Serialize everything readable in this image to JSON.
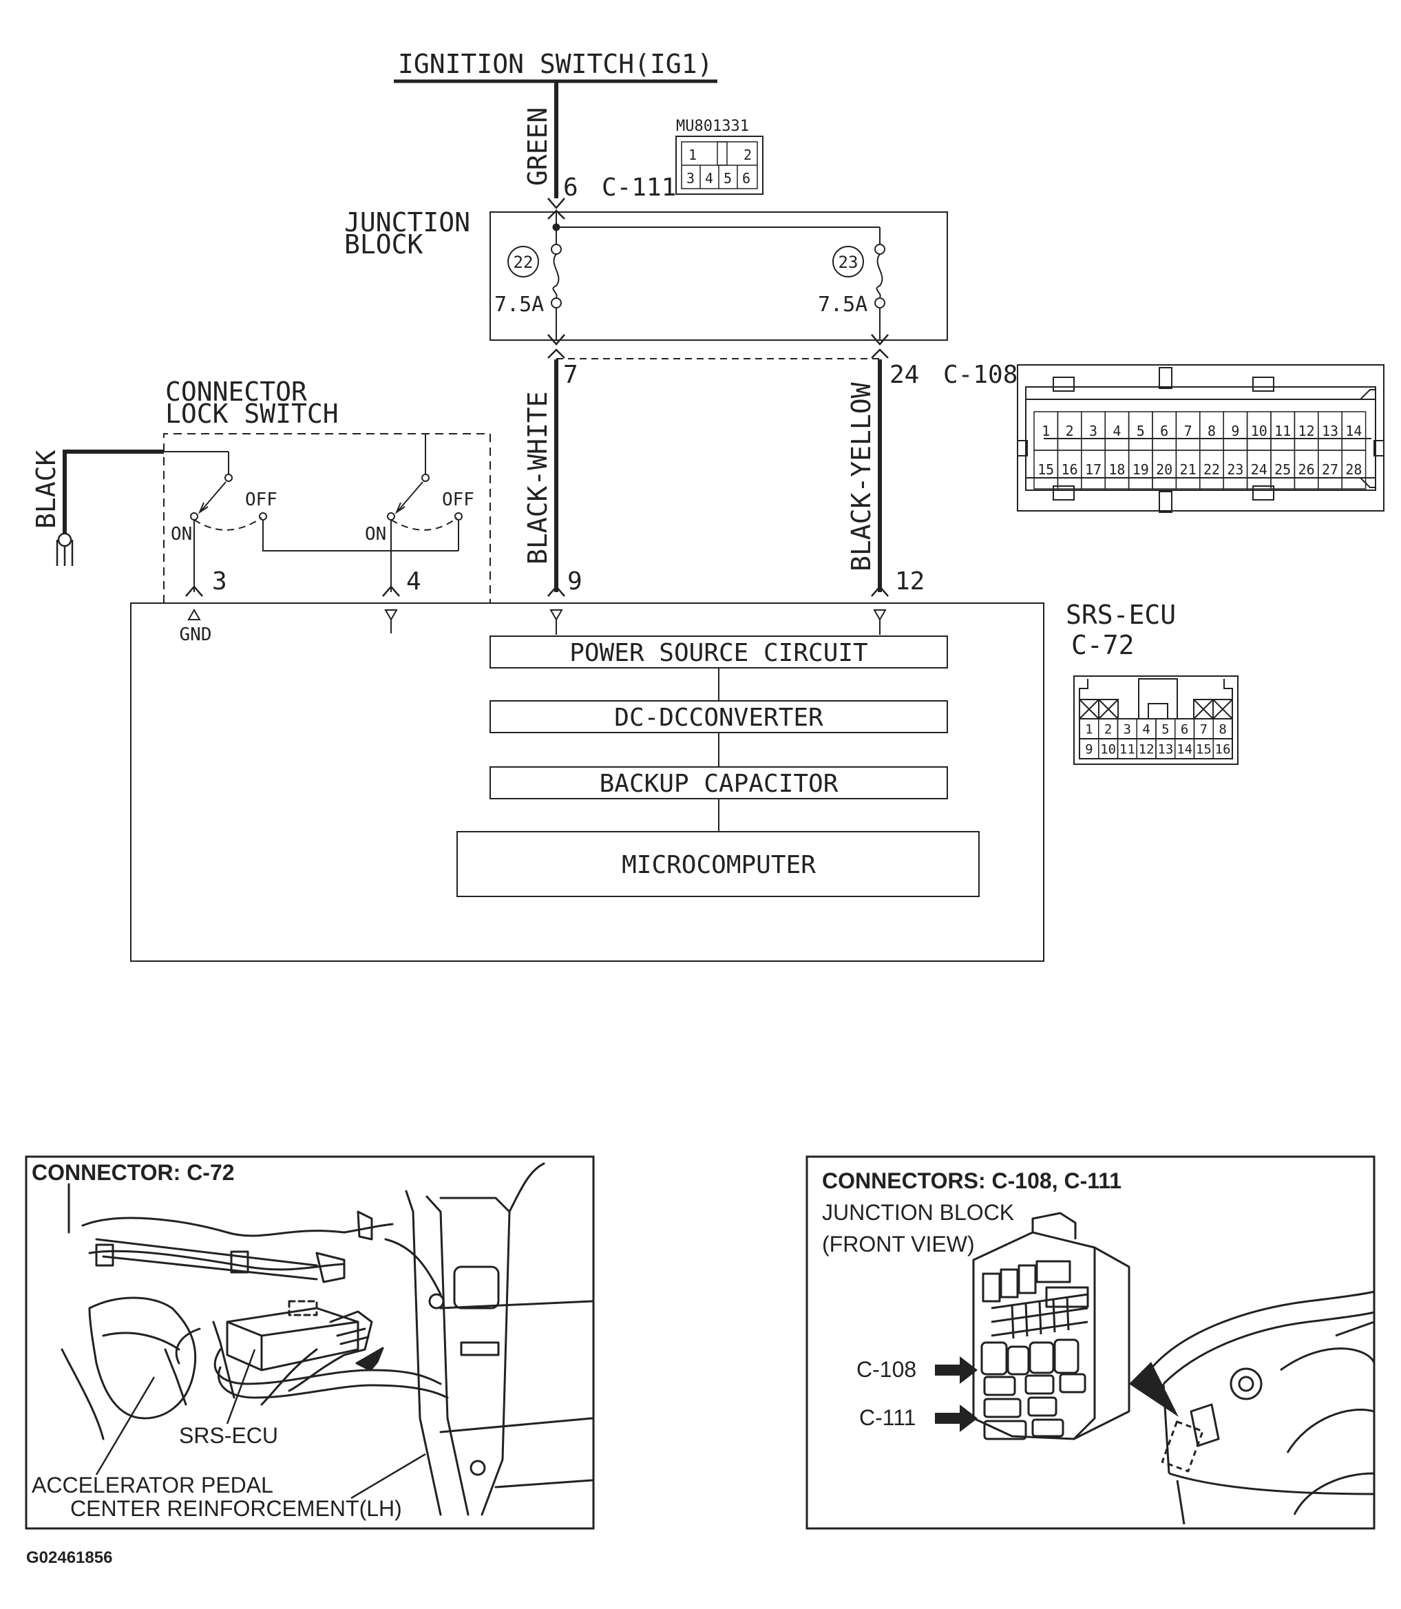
{
  "power": {
    "source_label": "IGNITION SWITCH(IG1)"
  },
  "wires": {
    "green": "GREEN",
    "black_white": "BLACK-WHITE",
    "black_yellow": "BLACK-YELLOW",
    "black": "BLACK"
  },
  "junction_block": {
    "label_line1": "JUNCTION",
    "label_line2": "BLOCK",
    "fuse_a_number": "22",
    "fuse_b_number": "23",
    "fuse_a_rating": "7.5A",
    "fuse_b_rating": "7.5A"
  },
  "connectors": {
    "c111": {
      "id": "C-111",
      "part_no": "MU801331",
      "pin": "6",
      "pins": [
        "1",
        "2",
        "3",
        "4",
        "5",
        "6"
      ]
    },
    "c108": {
      "id": "C-108",
      "pin_7": "7",
      "pin_24": "24",
      "row1": [
        "1",
        "2",
        "3",
        "4",
        "5",
        "6",
        "7",
        "8",
        "9",
        "10",
        "11",
        "12",
        "13",
        "14"
      ],
      "row2": [
        "15",
        "16",
        "17",
        "18",
        "19",
        "20",
        "21",
        "22",
        "23",
        "24",
        "25",
        "26",
        "27",
        "28"
      ]
    },
    "c72": {
      "id": "C-72",
      "ecu_label": "SRS-ECU",
      "pin_3": "3",
      "pin_4": "4",
      "pin_9": "9",
      "pin_12": "12",
      "row1": [
        "1",
        "2",
        "3",
        "4",
        "5",
        "6",
        "7",
        "8"
      ],
      "row2": [
        "9",
        "10",
        "11",
        "12",
        "13",
        "14",
        "15",
        "16"
      ]
    }
  },
  "lock_switch": {
    "label_line1": "CONNECTOR",
    "label_line2": "LOCK SWITCH",
    "on": "ON",
    "off": "OFF"
  },
  "ecu_blocks": {
    "gnd": "GND",
    "power_source": "POWER SOURCE CIRCUIT",
    "dcdc": "DC-DCCONVERTER",
    "backup": "BACKUP CAPACITOR",
    "micro": "MICROCOMPUTER"
  },
  "inset_left": {
    "title": "CONNECTOR: C-72",
    "label_ecu": "SRS-ECU",
    "label_pedal": "ACCELERATOR PEDAL",
    "label_reinf": "CENTER REINFORCEMENT(LH)"
  },
  "inset_right": {
    "title": "CONNECTORS: C-108, C-111",
    "subtitle_line1": "JUNCTION BLOCK",
    "subtitle_line2": "(FRONT VIEW)",
    "label_c108": "C-108",
    "label_c111": "C-111"
  },
  "figure_id": "G02461856"
}
